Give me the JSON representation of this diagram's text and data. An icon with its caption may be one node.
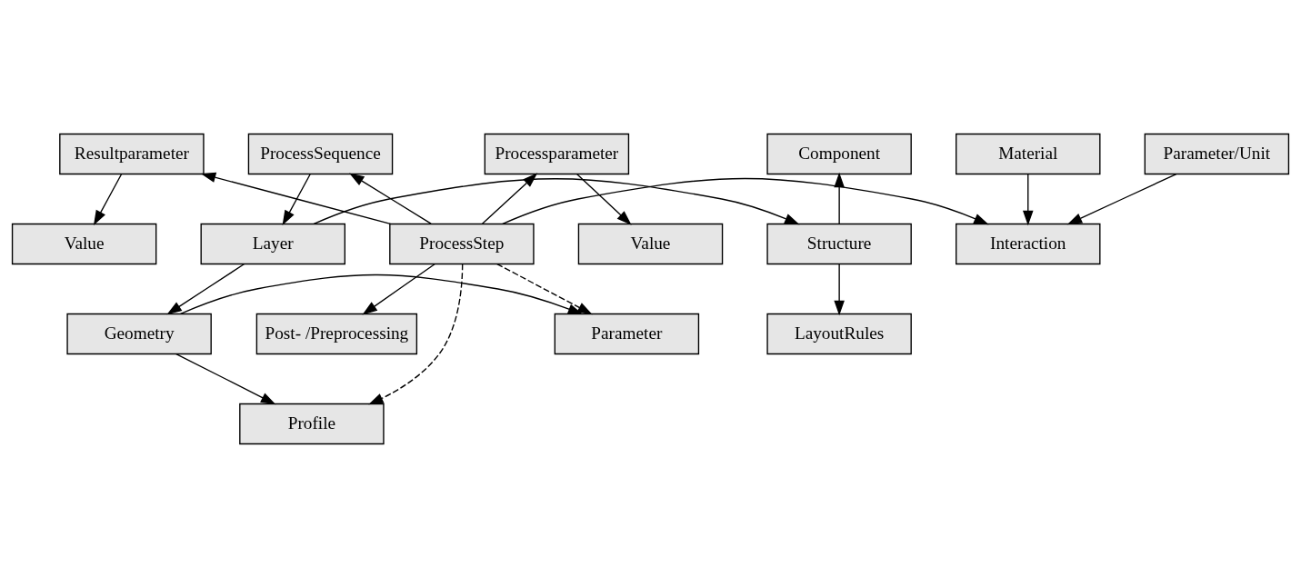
{
  "diagram": {
    "nodes": [
      {
        "text": [
          "Value"
        ]
      },
      {
        "text": [
          "Value"
        ]
      },
      {
        "text": [
          "Material"
        ]
      },
      {
        "text": [
          "Resultparameter"
        ]
      },
      {
        "text": [
          "Processparameter"
        ]
      },
      {
        "text": [
          "ProcessSequence"
        ]
      },
      {
        "text": [
          "Component"
        ]
      },
      {
        "text": [
          "Parameter/Unit"
        ]
      },
      {
        "text": [
          "Interaction"
        ]
      },
      {
        "text": [
          "ProcessStep"
        ]
      },
      {
        "text": [
          "Layer"
        ]
      },
      {
        "text": [
          "Structure"
        ]
      },
      {
        "text": [
          "Post- /Preprocessing"
        ]
      },
      {
        "text": [
          "Parameter"
        ]
      },
      {
        "text": [
          "Geometry"
        ]
      },
      {
        "text": [
          "LayoutRules"
        ]
      },
      {
        "text": [
          "Profile"
        ]
      }
    ],
    "edges": [
      {
        "from": 3,
        "to": 0,
        "arrow": "to"
      },
      {
        "from": 4,
        "to": 1,
        "arrow": "to"
      },
      {
        "from": 2,
        "to": 8,
        "arrow": "to"
      },
      {
        "from": 7,
        "to": 8,
        "arrow": "to"
      },
      {
        "from": 9,
        "to": 8,
        "arrow": "to"
      },
      {
        "from": 9,
        "to": 3,
        "arrow": "to"
      },
      {
        "from": 9,
        "to": 4,
        "arrow": "to"
      },
      {
        "from": 9,
        "to": 5,
        "arrow": "to"
      },
      {
        "from": 9,
        "to": 12,
        "arrow": "to"
      },
      {
        "from": 9,
        "to": 16,
        "arrow": "to",
        "style": "dashed"
      },
      {
        "from": 9,
        "to": 13,
        "arrow": "to",
        "style": "dashed"
      },
      {
        "from": 5,
        "to": 10,
        "arrow": "to"
      },
      {
        "from": 10,
        "to": 11,
        "arrow": "to"
      },
      {
        "from": 11,
        "to": 6,
        "arrow": "to"
      },
      {
        "from": 11,
        "to": 15,
        "arrow": "to"
      },
      {
        "from": 10,
        "to": 14,
        "arrow": "to"
      },
      {
        "from": 14,
        "to": 13,
        "arrow": "to"
      },
      {
        "from": 14,
        "to": 16,
        "arrow": "to"
      }
    ]
  }
}
